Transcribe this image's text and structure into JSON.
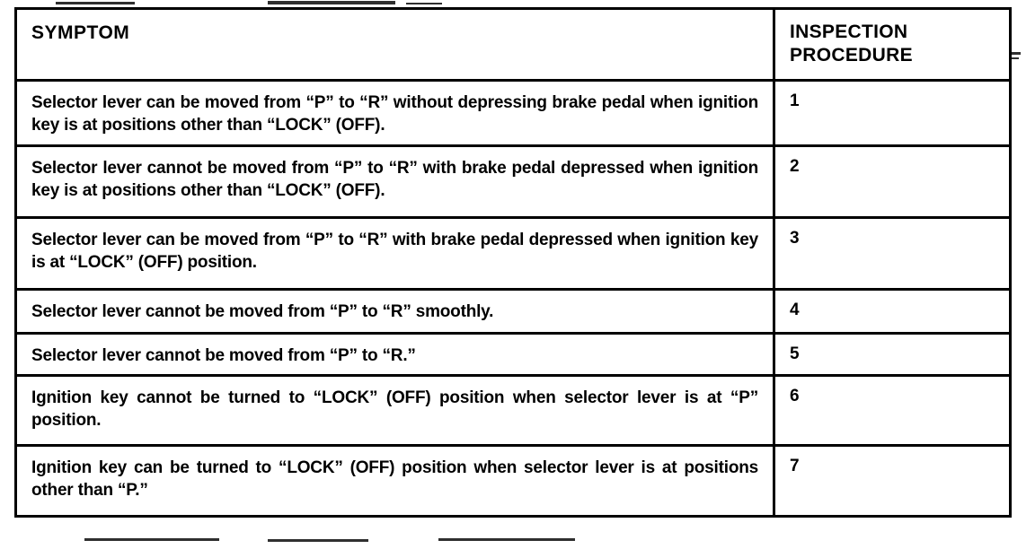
{
  "table": {
    "header": {
      "symptom": "SYMPTOM",
      "procedure": "INSPECTION PROCEDURE"
    },
    "rows": [
      {
        "symptom": "Selector lever can be moved from “P” to “R” without depressing brake pedal when ignition key is at positions other than “LOCK” (OFF).",
        "procedure": "1"
      },
      {
        "symptom": "Selector lever cannot be moved from “P” to “R” with brake pedal depressed when ignition key is at positions other than “LOCK” (OFF).",
        "procedure": "2"
      },
      {
        "symptom": "Selector lever can be moved from “P” to “R” with brake pedal depressed when ignition key is at “LOCK” (OFF) position.",
        "procedure": "3"
      },
      {
        "symptom": "Selector lever cannot be moved from “P” to “R” smoothly.",
        "procedure": "4"
      },
      {
        "symptom": "Selector lever cannot be moved from “P” to “R.”",
        "procedure": "5"
      },
      {
        "symptom": "Ignition key cannot be turned to “LOCK” (OFF) position when selector lever is at “P” position.",
        "procedure": "6"
      },
      {
        "symptom": "Ignition key can be turned to “LOCK” (OFF) position when selector lever is at positions other than “P.”",
        "procedure": "7"
      }
    ]
  }
}
